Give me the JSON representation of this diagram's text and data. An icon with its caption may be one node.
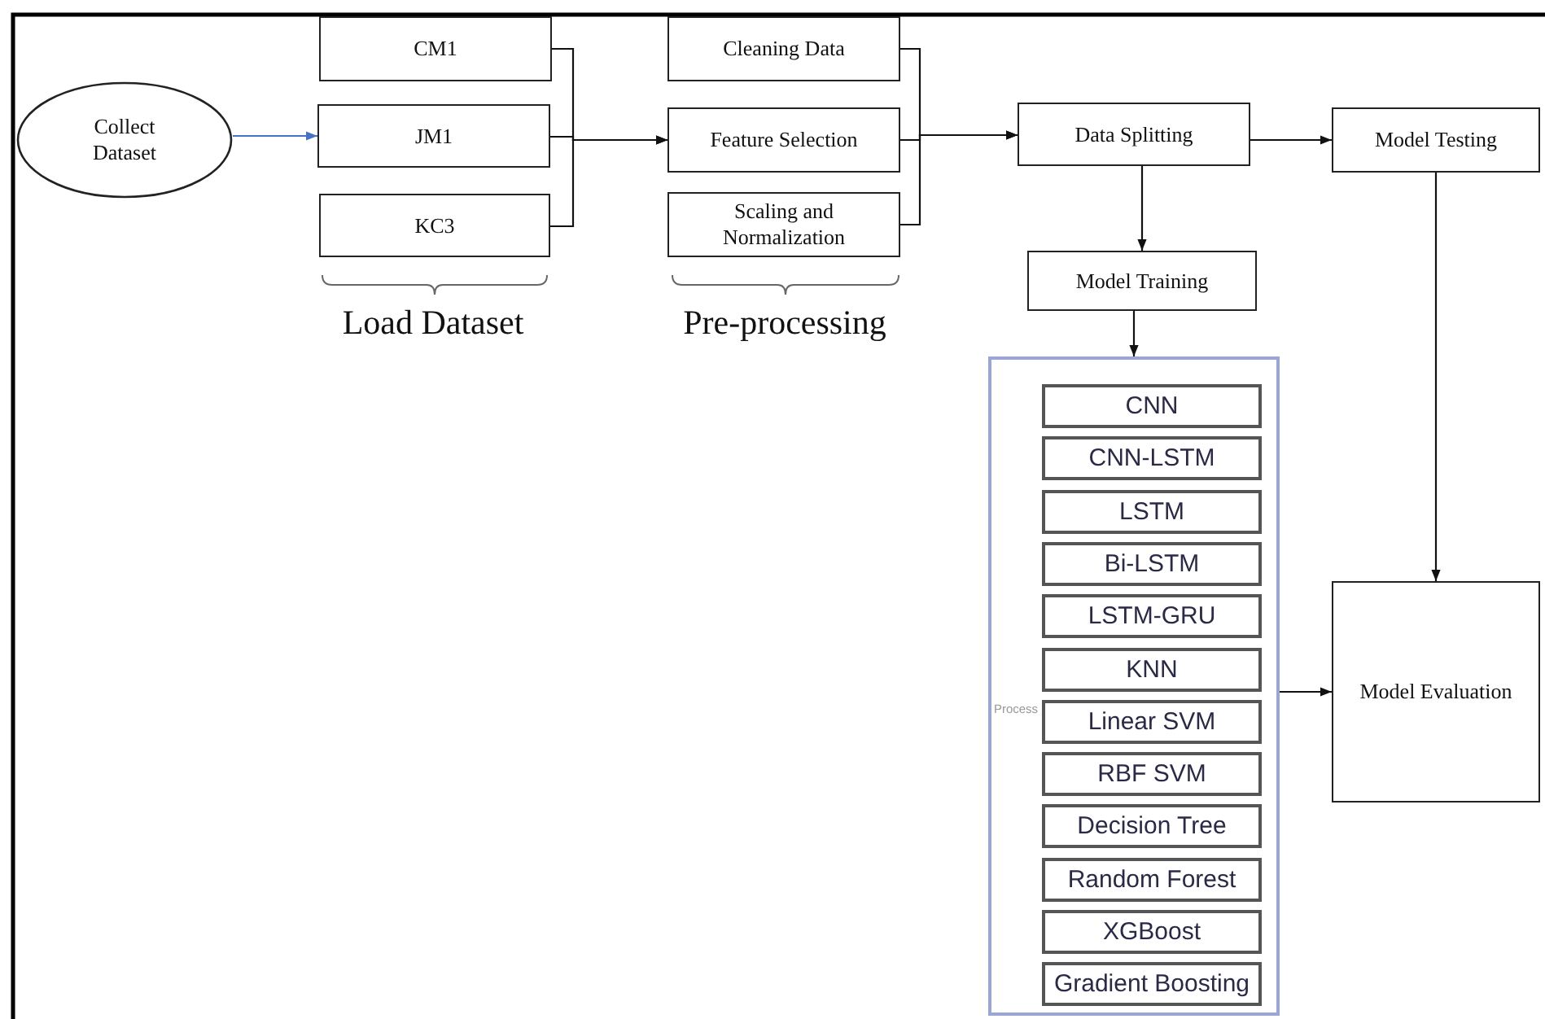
{
  "diagram": {
    "nodes": [
      {
        "text": [
          "Collect Dataset"
        ]
      },
      {
        "text": [
          "CM1"
        ]
      },
      {
        "text": [
          "JM1"
        ]
      },
      {
        "text": [
          "KC3"
        ]
      },
      {
        "text": [
          "Cleaning Data"
        ]
      },
      {
        "text": [
          "Feature Selection"
        ]
      },
      {
        "text": [
          "Scaling and Normalization"
        ]
      },
      {
        "text": [
          "Data Splitting"
        ]
      },
      {
        "text": [
          "Model Testing"
        ]
      },
      {
        "text": [
          "Model Training"
        ]
      },
      {
        "text": [],
        "shape": "box"
      },
      {
        "text": [
          "CNN"
        ],
        "in": 10
      },
      {
        "text": [
          "CNN-LSTM"
        ],
        "in": 10
      },
      {
        "text": [
          "LSTM"
        ],
        "in": 10
      },
      {
        "text": [
          "Bi-LSTM"
        ],
        "in": 10
      },
      {
        "text": [
          "LSTM-GRU"
        ],
        "in": 10
      },
      {
        "text": [
          "KNN"
        ],
        "in": 10
      },
      {
        "text": [
          "Linear SVM"
        ],
        "in": 10
      },
      {
        "text": [
          "RBF SVM"
        ],
        "in": 10
      },
      {
        "text": [
          "Decision Tree"
        ],
        "in": 10
      },
      {
        "text": [
          "Random Forest"
        ],
        "in": 10
      },
      {
        "text": [
          "XGBoost"
        ],
        "in": 10
      },
      {
        "text": [
          "Gradient Boosting"
        ],
        "in": 10
      },
      {
        "text": [
          "Model Evaluation"
        ]
      }
    ],
    "edges": [
      {
        "from": 0,
        "to": 2,
        "arrow": "to",
        "color": "#4472c4"
      },
      {
        "from": 1,
        "to": 5,
        "arrow": "to"
      },
      {
        "from": 2,
        "to": 5,
        "arrow": "to"
      },
      {
        "from": 3,
        "to": 5,
        "arrow": "to"
      },
      {
        "from": 4,
        "to": 7,
        "arrow": "to"
      },
      {
        "from": 5,
        "to": 7,
        "arrow": "to"
      },
      {
        "from": 6,
        "to": 7,
        "arrow": "to"
      },
      {
        "from": 7,
        "to": 8,
        "arrow": "to"
      },
      {
        "from": 7,
        "to": 9,
        "arrow": "to"
      },
      {
        "from": 9,
        "to": 10,
        "arrow": "to"
      },
      {
        "from": 10,
        "to": 23,
        "arrow": "to"
      },
      {
        "from": 8,
        "to": 23,
        "arrow": "to"
      }
    ],
    "labels": [
      "Load Dataset",
      "Pre-processing",
      "Process"
    ]
  }
}
